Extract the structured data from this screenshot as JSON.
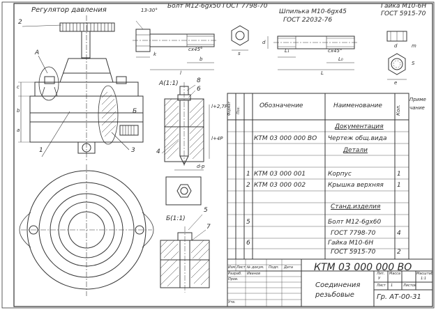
{
  "titles": {
    "regulator": "Регулятор давления",
    "bolt": "Болт М12-6gx50 ГОСТ 7798-70",
    "stud_line1": "Шпилька М10-6gx45",
    "stud_line2": "ГОСТ 22032-76",
    "nut_line1": "Гайка М10-6Н",
    "nut_line2": "ГОСТ 5915-70"
  },
  "dims": {
    "angle": "13-30°",
    "k": "k",
    "b": "b",
    "cx45_bolt": "cx45°",
    "s": "s",
    "l": "l",
    "d": "d",
    "l1": "L₁",
    "l0": "L₀",
    "cx45_stud": "cx45°",
    "L": "L",
    "nut_d": "d",
    "nut_m": "m",
    "nut_s": "S",
    "nut_e": "e",
    "view_a": "А(1:1)",
    "view_b": "Б(1:1)",
    "dim_27p": "l+2,7P",
    "dim_14p": "l+4P",
    "d_p": "d-p"
  },
  "callouts": {
    "c2": "2",
    "cA": "А",
    "cC": "c",
    "cB": "b",
    "cA2": "a",
    "cBig": "Б",
    "c1": "1",
    "c3": "3",
    "c8": "8",
    "c6": "6",
    "c4": "4",
    "c5": "5",
    "c7": "7"
  },
  "spec": {
    "headers": {
      "format": "Формат",
      "pos": "Поз.",
      "designation": "Обозначение",
      "name": "Наименование",
      "qty": "Кол.",
      "note_line1": "Приме",
      "note_line2": "чание"
    },
    "rows": [
      {
        "pos": "",
        "designation": "",
        "name": "Документация",
        "qty": "",
        "section": true
      },
      {
        "pos": "",
        "designation": "КТМ 03 000 000 ВО",
        "name": "Чертеж общ.вида",
        "qty": "",
        "section": false
      },
      {
        "pos": "",
        "designation": "",
        "name": "Детали",
        "qty": "",
        "section": true
      },
      {
        "pos": "1",
        "designation": "КТМ 03 000 001",
        "name": "Корпус",
        "qty": "1",
        "section": false
      },
      {
        "pos": "2",
        "designation": "КТМ 03 000 002",
        "name": "Крышка верхняя",
        "qty": "1",
        "section": false
      },
      {
        "pos": "",
        "designation": "",
        "name": "Станд.изделия",
        "qty": "",
        "section": true
      },
      {
        "pos": "5",
        "designation": "",
        "name": "Болт М12-6gx60",
        "qty": "",
        "section": false
      },
      {
        "pos": "",
        "designation": "",
        "name": "ГОСТ 7798-70",
        "qty": "4",
        "section": false
      },
      {
        "pos": "6",
        "designation": "",
        "name": "Гайка М10-6Н",
        "qty": "",
        "section": false
      },
      {
        "pos": "",
        "designation": "",
        "name": "ГОСТ 5915-70",
        "qty": "2",
        "section": false
      }
    ]
  },
  "title_block": {
    "code": "КТМ 03 000 000 ВО",
    "title_line1": "Соединения",
    "title_line2": "резьбовые",
    "group": "Гр. АТ-00-31",
    "row_labels": [
      "Изм",
      "Лист",
      "№ докум.",
      "Подп.",
      "Дата"
    ],
    "razrab": "Разраб.",
    "razrab_name": "Иванов",
    "prov": "Пров.",
    "utv": "Утв.",
    "lit": "Лит.",
    "massa": "Масса",
    "masshtab": "Масштаб",
    "list": "Лист",
    "listov": "Листов",
    "lit_val": "У",
    "list_val": "1",
    "scale_val": "1:1"
  }
}
